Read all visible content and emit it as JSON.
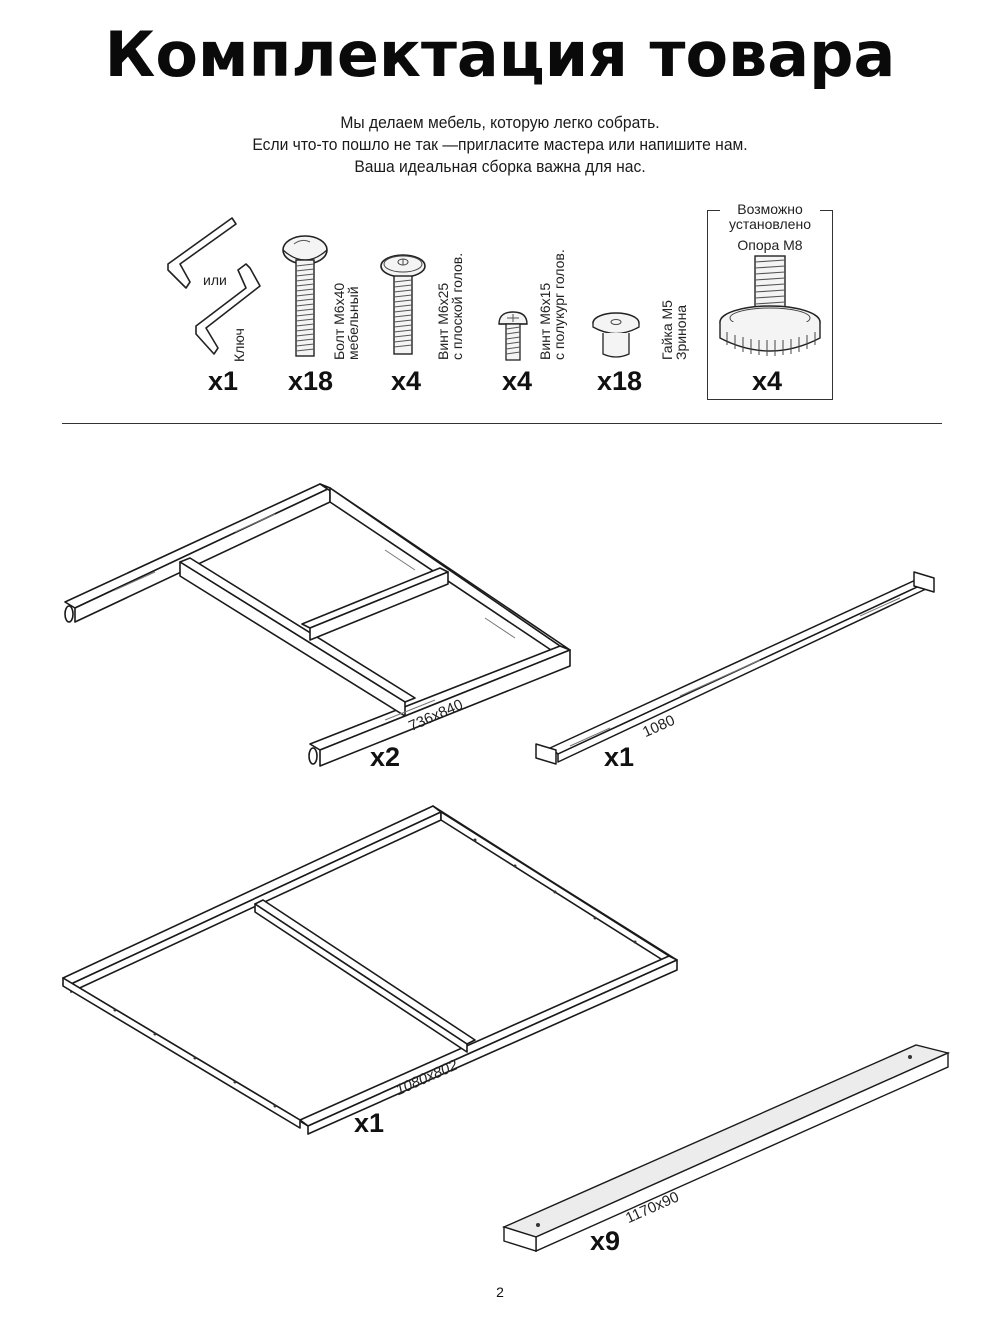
{
  "header": {
    "title": "Комплектация товара",
    "intro_lines": [
      "Мы делаем мебель, которую легко собрать.",
      "Если что-то пошло не так —пригласите мастера или напишите нам.",
      "Ваша идеальная сборка важна для нас."
    ]
  },
  "hardware": [
    {
      "icon": "hex-key-icon",
      "or_label": "или",
      "label_lines": [
        "Ключ"
      ],
      "qty": "x1"
    },
    {
      "icon": "furniture-bolt-icon",
      "label_lines": [
        "Болт М6х40",
        "мебельный"
      ],
      "qty": "x18"
    },
    {
      "icon": "flat-head-screw-icon",
      "label_lines": [
        "Винт М6х25",
        "с плоской голов."
      ],
      "qty": "x4"
    },
    {
      "icon": "round-head-screw-icon",
      "label_lines": [
        "Винт М6х15",
        "с полукург голов."
      ],
      "qty": "x4"
    },
    {
      "icon": "barrel-nut-icon",
      "label_lines": [
        "Гайка М5",
        "Зринона"
      ],
      "qty": "x18"
    },
    {
      "icon": "leveling-foot-icon",
      "box_legend_lines": [
        "Возможно",
        "установлено"
      ],
      "label": "Опора М8",
      "qty": "x4"
    }
  ],
  "parts": [
    {
      "name": "side-frame",
      "dimension": "736x840",
      "qty": "x2"
    },
    {
      "name": "center-beam",
      "dimension": "1080",
      "qty": "x1"
    },
    {
      "name": "base-frame",
      "dimension": "1080x802",
      "qty": "x1"
    },
    {
      "name": "slat",
      "dimension": "1170x90",
      "qty": "x9"
    }
  ],
  "footer": {
    "page_number": "2"
  }
}
